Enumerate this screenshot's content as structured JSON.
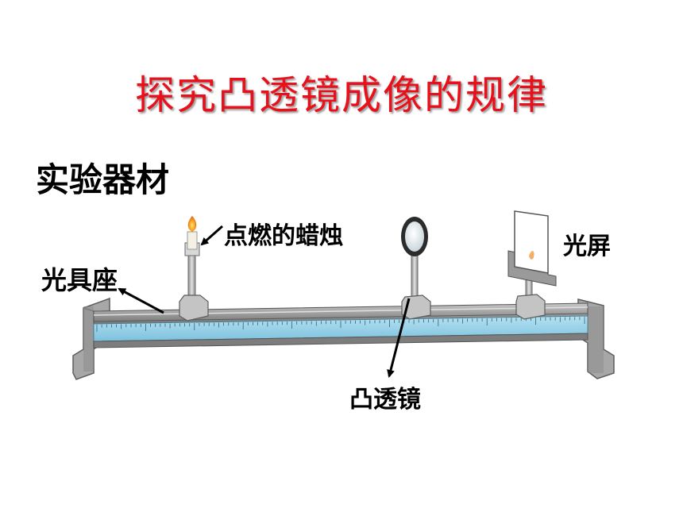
{
  "title": "探究凸透镜成像的规律",
  "subtitle": "实验器材",
  "labels": {
    "candle": "点燃的蜡烛",
    "screen": "光屏",
    "stand": "光具座",
    "lens": "凸透镜"
  },
  "colors": {
    "title": "#e8101a",
    "ruler": "#8ecfe8",
    "bench": "#8f8f8f"
  }
}
